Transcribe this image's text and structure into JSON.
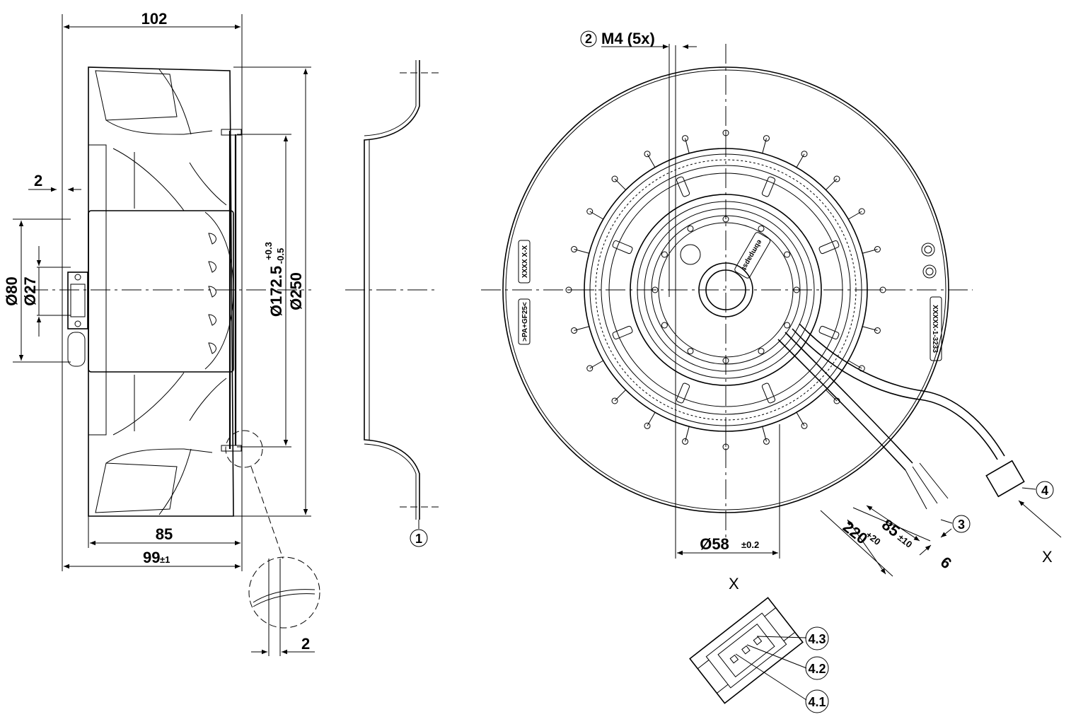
{
  "side_view": {
    "dim_width_overall": "102",
    "dim_offset": "2",
    "dim_d80": "Ø80",
    "dim_d27": "Ø27",
    "dim_d172": "Ø172.5",
    "dim_d172_tol_up": "+0.3",
    "dim_d172_tol_down": "-0.5",
    "dim_d250": "Ø250",
    "dim_85": "85",
    "dim_99": "99",
    "dim_99_tol": "±1",
    "detail_dim": "2"
  },
  "inlet_ring": {
    "callout_1": "1"
  },
  "front_view": {
    "callout_2": "2",
    "screw_note": "M4 (5x)",
    "dim_d58": "Ø58",
    "dim_d58_tol": "±0.2",
    "callout_3": "3",
    "callout_4": "4",
    "dim_220": "220",
    "dim_220_tol": "+20",
    "dim_85": "85",
    "dim_85_tol": "±10",
    "dim_6": "6",
    "view_marker": "X",
    "label_xxxx_xx": "XXXX X-X",
    "label_pa_gf25": ">PA+GF25<",
    "label_serial": "XXXXX-1-3233",
    "label_brand": "ebmpapst"
  },
  "connector_view": {
    "title": "X",
    "pin_4_3": "4.3",
    "pin_4_2": "4.2",
    "pin_4_1": "4.1"
  }
}
